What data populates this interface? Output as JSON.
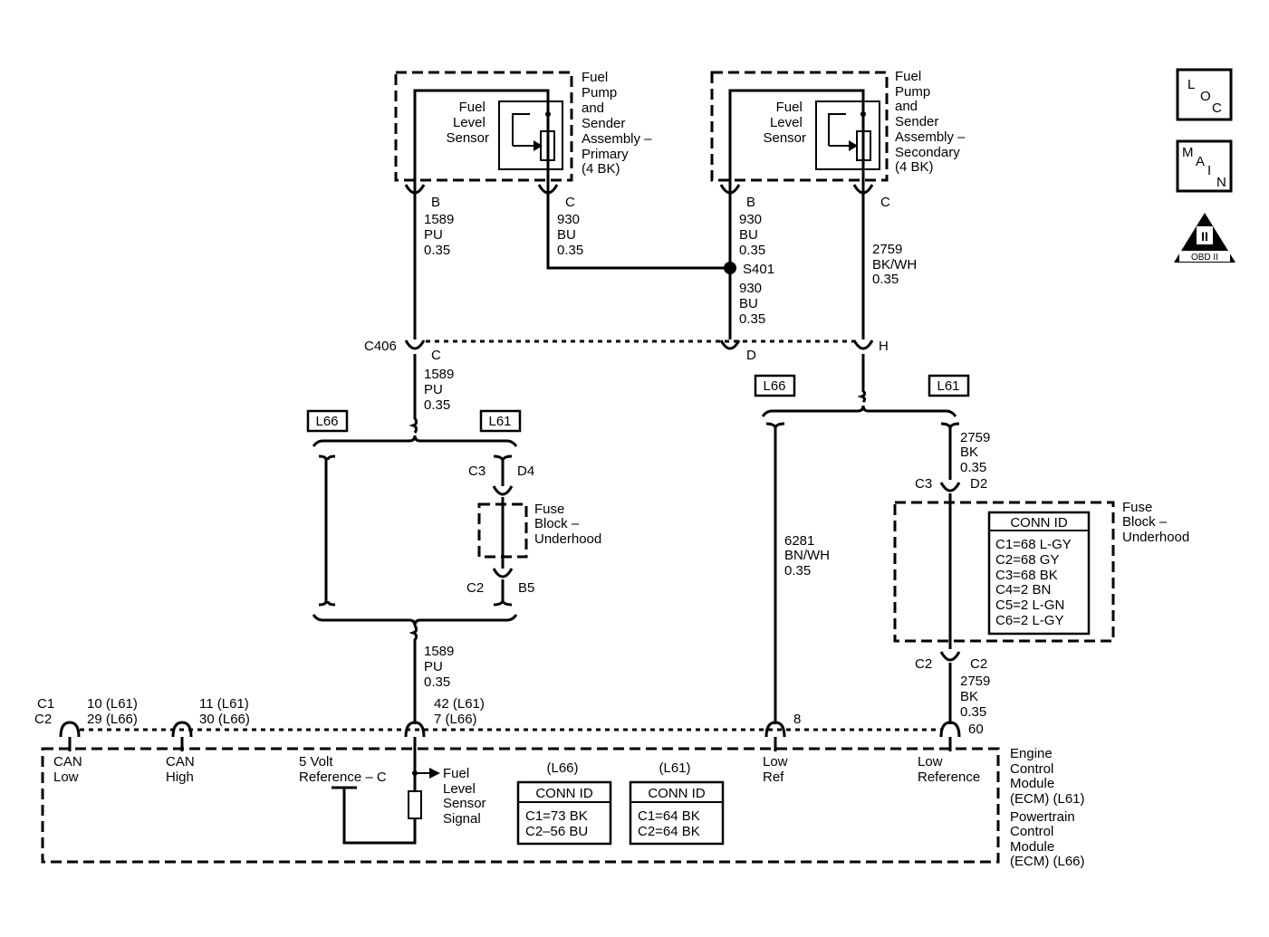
{
  "primary_assembly": {
    "title": [
      "Fuel",
      "Pump",
      "and",
      "Sender",
      "Assembly –",
      "Primary",
      "(4 BK)"
    ],
    "sensor": [
      "Fuel",
      "Level",
      "Sensor"
    ],
    "pin_b": "B",
    "pin_c": "C",
    "wire_b": [
      "1589",
      "PU",
      "0.35"
    ],
    "wire_c": [
      "930",
      "BU",
      "0.35"
    ]
  },
  "secondary_assembly": {
    "title": [
      "Fuel",
      "Pump",
      "and",
      "Sender",
      "Assembly –",
      "Secondary",
      "(4 BK)"
    ],
    "sensor": [
      "Fuel",
      "Level",
      "Sensor"
    ],
    "pin_b": "B",
    "pin_c": "C",
    "wire_b": [
      "930",
      "BU",
      "0.35"
    ],
    "wire_c": [
      "2759",
      "BK/WH",
      "0.35"
    ]
  },
  "splice": {
    "name": "S401",
    "wire_after": [
      "930",
      "BU",
      "0.35"
    ]
  },
  "c406": {
    "name": "C406",
    "pin_c": "C",
    "pin_d": "D",
    "pin_h": "H",
    "wire_after_c": [
      "1589",
      "PU",
      "0.35"
    ]
  },
  "options": {
    "l66": "L66",
    "l61": "L61"
  },
  "left_fuse": {
    "top_conn": "C3",
    "top_pin": "D4",
    "bot_conn": "C2",
    "bot_pin": "B5",
    "title": [
      "Fuse",
      "Block –",
      "Underhood"
    ]
  },
  "left_wire_after": [
    "1589",
    "PU",
    "0.35"
  ],
  "mid_wire": [
    "6281",
    "BN/WH",
    "0.35"
  ],
  "right_fuse": {
    "wire_top": [
      "2759",
      "BK",
      "0.35"
    ],
    "top_conn": "C3",
    "top_pin": "D2",
    "bot_conn": "C2",
    "bot_pin": "C2",
    "title": [
      "Fuse",
      "Block –",
      "Underhood"
    ],
    "conn_id_title": "CONN ID",
    "conn_id_rows": [
      "C1=68 L-GY",
      "C2=68 GY",
      "C3=68 BK",
      "C4=2 BN",
      "C5=2 L-GN",
      "C6=2 L-GY"
    ],
    "wire_bottom": [
      "2759",
      "BK",
      "0.35"
    ]
  },
  "ecm": {
    "conn_labels": [
      "C1",
      "C2"
    ],
    "can_low_pins": [
      "10 (L61)",
      "29 (L66)"
    ],
    "can_high_pins": [
      "11 (L61)",
      "30 (L66)"
    ],
    "signal_pins": [
      "42 (L61)",
      "7 (L66)"
    ],
    "low_ref_pin": "8",
    "low_reference_pin": "60",
    "can_low": [
      "CAN",
      "Low"
    ],
    "can_high": [
      "CAN",
      "High"
    ],
    "five_volt": [
      "5 Volt",
      "Reference – C"
    ],
    "fuel_signal": [
      "Fuel",
      "Level",
      "Sensor",
      "Signal"
    ],
    "low_ref": [
      "Low",
      "Ref"
    ],
    "low_reference": [
      "Low",
      "Reference"
    ],
    "title_ecm": [
      "Engine",
      "Control",
      "Module",
      "(ECM) (L61)"
    ],
    "title_pcm": [
      "Powertrain",
      "Control",
      "Module",
      "(ECM) (L66)"
    ],
    "conn_l66": {
      "option": "(L66)",
      "title": "CONN ID",
      "rows": [
        "C1=73 BK",
        "C2–56 BU"
      ]
    },
    "conn_l61": {
      "option": "(L61)",
      "title": "CONN ID",
      "rows": [
        "C1=64 BK",
        "C2=64 BK"
      ]
    }
  },
  "icons": {
    "loc": [
      "L",
      "O",
      "C"
    ],
    "main": [
      "M",
      "A",
      "I",
      "N"
    ],
    "obd_numeral": "II",
    "obd_text": "OBD II"
  }
}
